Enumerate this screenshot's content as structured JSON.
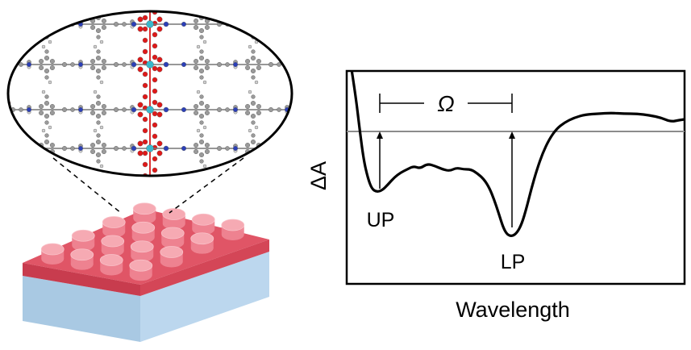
{
  "spectrum": {
    "y_axis_label": "ΔA",
    "x_axis_label": "Wavelength",
    "splitting_label": "Ω",
    "upper_polariton_label": "UP",
    "lower_polariton_label": "LP"
  },
  "colors": {
    "substrate_side": "#a9c9e3",
    "substrate_front": "#b9d5ec",
    "film": "#d94a5a",
    "film_top": "#e05566",
    "pillar": "#f08a96",
    "carbon": "#9a9a9a",
    "oxygen": "#e01818",
    "nitrogen": "#2b3fb8",
    "metal": "#38b8cc",
    "baseline": "#8c8c8c",
    "curve": "#000000"
  },
  "icons": {
    "molecular_inset": "crystal-lattice-icon",
    "device": "nanopillar-array-icon"
  }
}
